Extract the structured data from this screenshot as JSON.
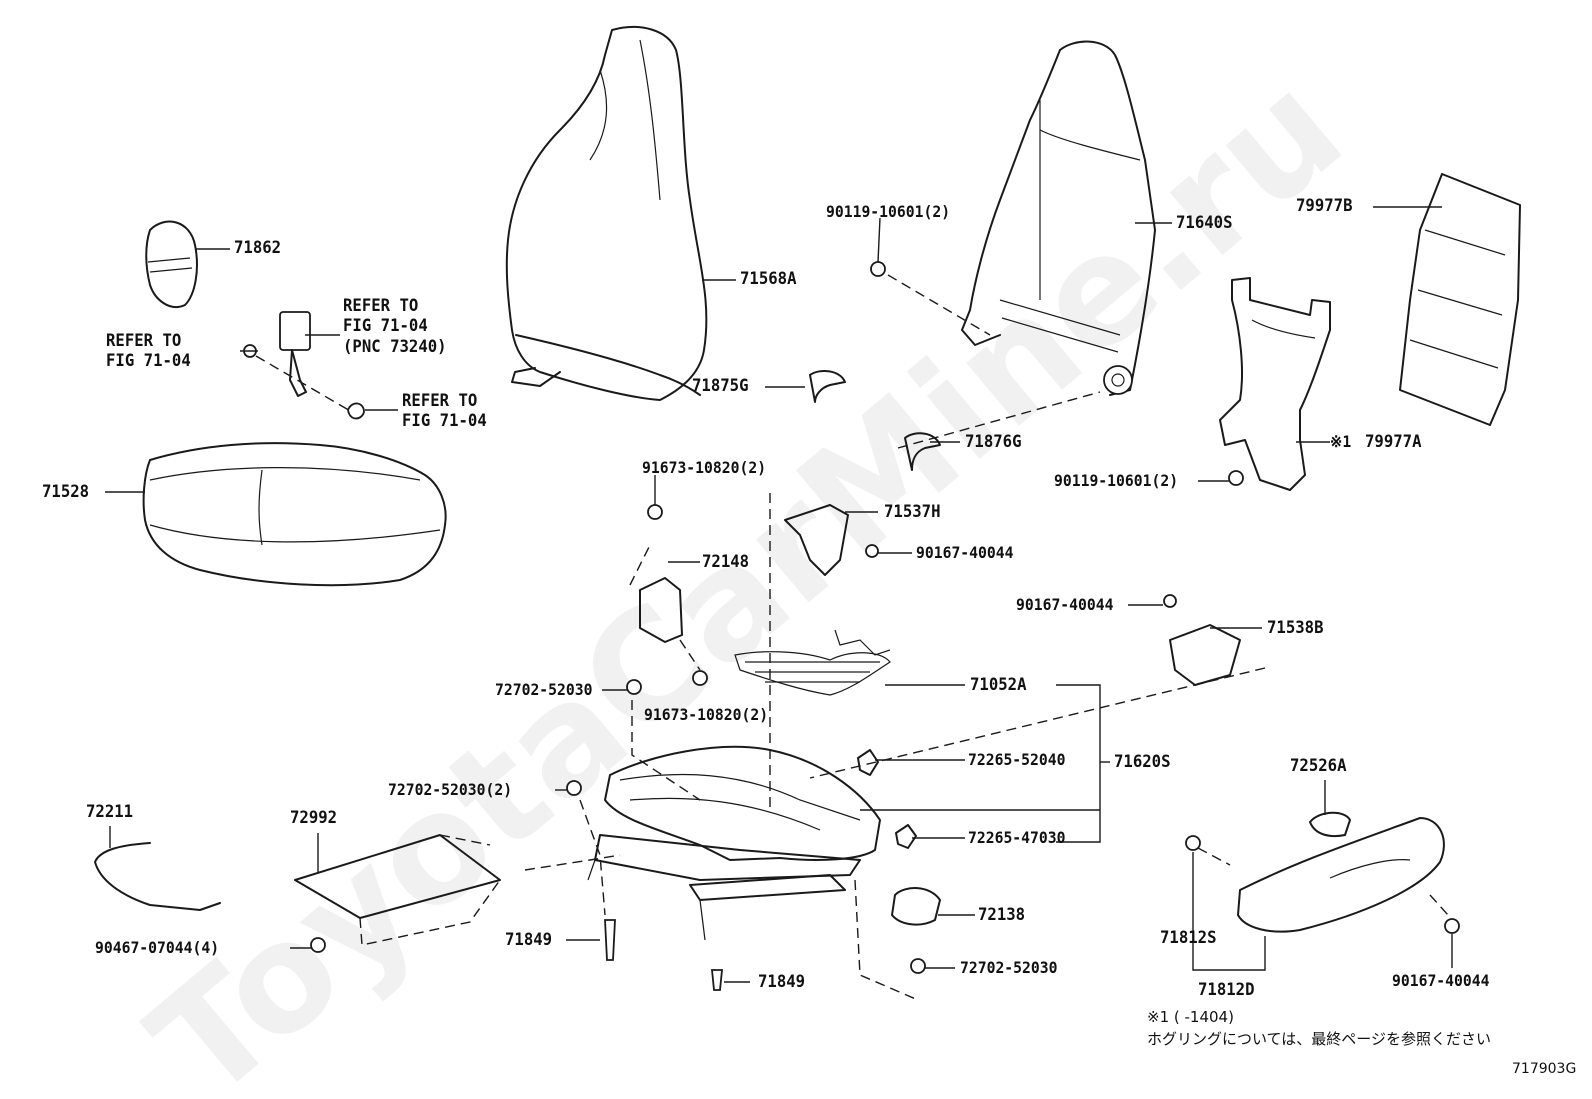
{
  "watermark": "ToyotaCarMine.ru",
  "figure_id": "717903G",
  "footnote": {
    "line1": "※1 (      -1404)",
    "line2": "ホグリングについては、最終ページを参照ください"
  },
  "refs": {
    "a": "REFER TO\nFIG 71-04\n(PNC 73240)",
    "b": "REFER TO\nFIG 71-04",
    "c": "REFER TO\nFIG 71-04"
  },
  "labels": {
    "p71862": "71862",
    "p71568A": "71568A",
    "p71528": "71528",
    "p71875G": "71875G",
    "p71876G": "71876G",
    "p90119_a": "90119-10601(2)",
    "p90119_b": "90119-10601(2)",
    "p71640S": "71640S",
    "p79977B": "79977B",
    "p79977A_mark": "※1",
    "p79977A": "79977A",
    "p91673_a": "91673-10820(2)",
    "p91673_b": "91673-10820(2)",
    "p71537H": "71537H",
    "p90167_a": "90167-40044",
    "p90167_b": "90167-40044",
    "p90167_c": "90167-40044",
    "p72148": "72148",
    "p71538B": "71538B",
    "p71052A": "71052A",
    "p72702_a": "72702-52030",
    "p72702_b": "72702-52030(2)",
    "p72702_c": "72702-52030",
    "p72265_a": "72265-52040",
    "p72265_b": "72265-47030",
    "p71620S": "71620S",
    "p72526A": "72526A",
    "p72211": "72211",
    "p72992": "72992",
    "p90467": "90467-07044(4)",
    "p71849_a": "71849",
    "p71849_b": "71849",
    "p72138": "72138",
    "p71812S": "71812S",
    "p71812D": "71812D"
  }
}
